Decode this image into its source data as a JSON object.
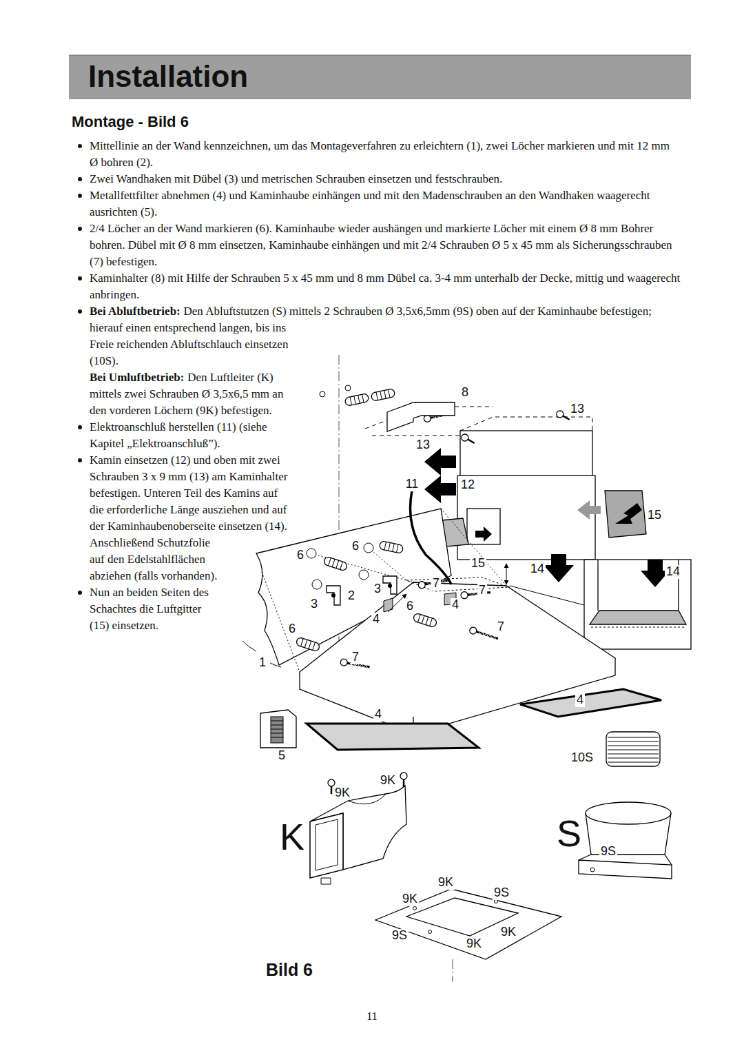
{
  "diagram": {
    "title": "Installation",
    "labels": [
      "Montage - Bild 6",
      "Mittellinie an der Wand kennzeichnen, um das Montageverfahren zu erleichtern (1), zwei Löcher markieren und mit 12 mm Ø bohren (2).",
      "Zwei Wandhaken mit Dübel (3) und metrischen Schrauben einsetzen und festschrauben.",
      "Metallfettfilter abnehmen (4) und Kaminhaube einhängen und mit den Madenschrauben an den Wandhaken waagerecht ausrichten (5).",
      "2/4 Löcher an der Wand markieren (6). Kaminhaube wieder aushängen und markierte Löcher mit einem Ø 8 mm Bohrer bohren. Dübel mit Ø 8 mm einsetzen, Kaminhaube einhängen und mit 2/4 Schrauben Ø 5 x 45 mm als Sicherungsschrauben (7) befestigen.",
      "Kaminhalter (8) mit Hilfe der Schrauben 5 x 45 mm und 8 mm Dübel ca. 3-4 mm unterhalb der Decke, mittig und waagerecht anbringen.",
      "Bei Abluftbetrieb:",
      "Den Abluftstutzen (S) mittels 2 Schrauben Ø 3,5x6,5mm (9S) oben auf der Kaminhaube befestigen; hierauf einen entsprechend langen, bis ins Freie reichenden Abluftschlauch einsetzen (10S).",
      "Bei Umluftbetrieb:",
      "Den Luftleiter (K) mittels zwei Schrauben Ø 3,5x6,5 mm an den vorderen Löchern (9K) befestigen.",
      "Elektroanschluß herstellen (11) (siehe Kapitel „Elektroanschluß”).",
      "Kamin einsetzen (12) und oben mit zwei Schrauben 3 x 9 mm (13) am Kaminhalter befestigen. Unteren Teil des Kamins auf die erforderliche Länge ausziehen und auf der Kaminhaubenoberseite einsetzen (14). Anschließend Schutzfolie auf den Edelstahlflächen abziehen (falls vorhanden).",
      "Nun an beiden Seiten des Schachtes die Luftgitter (15) einsetzen.",
      "8",
      "13",
      "13",
      "11",
      "12",
      "15",
      "6",
      "6",
      "15",
      "14",
      "14",
      "7",
      "3",
      "7",
      "2",
      "3",
      "4",
      "6",
      "4",
      "7",
      "6",
      "7",
      "1",
      "4",
      "4",
      "5",
      "10S",
      "9K",
      "9K",
      "K",
      "S",
      "9S",
      "9K",
      "9S",
      "9K",
      "9K",
      "9S",
      "9K",
      "Bild 6",
      "11"
    ]
  }
}
